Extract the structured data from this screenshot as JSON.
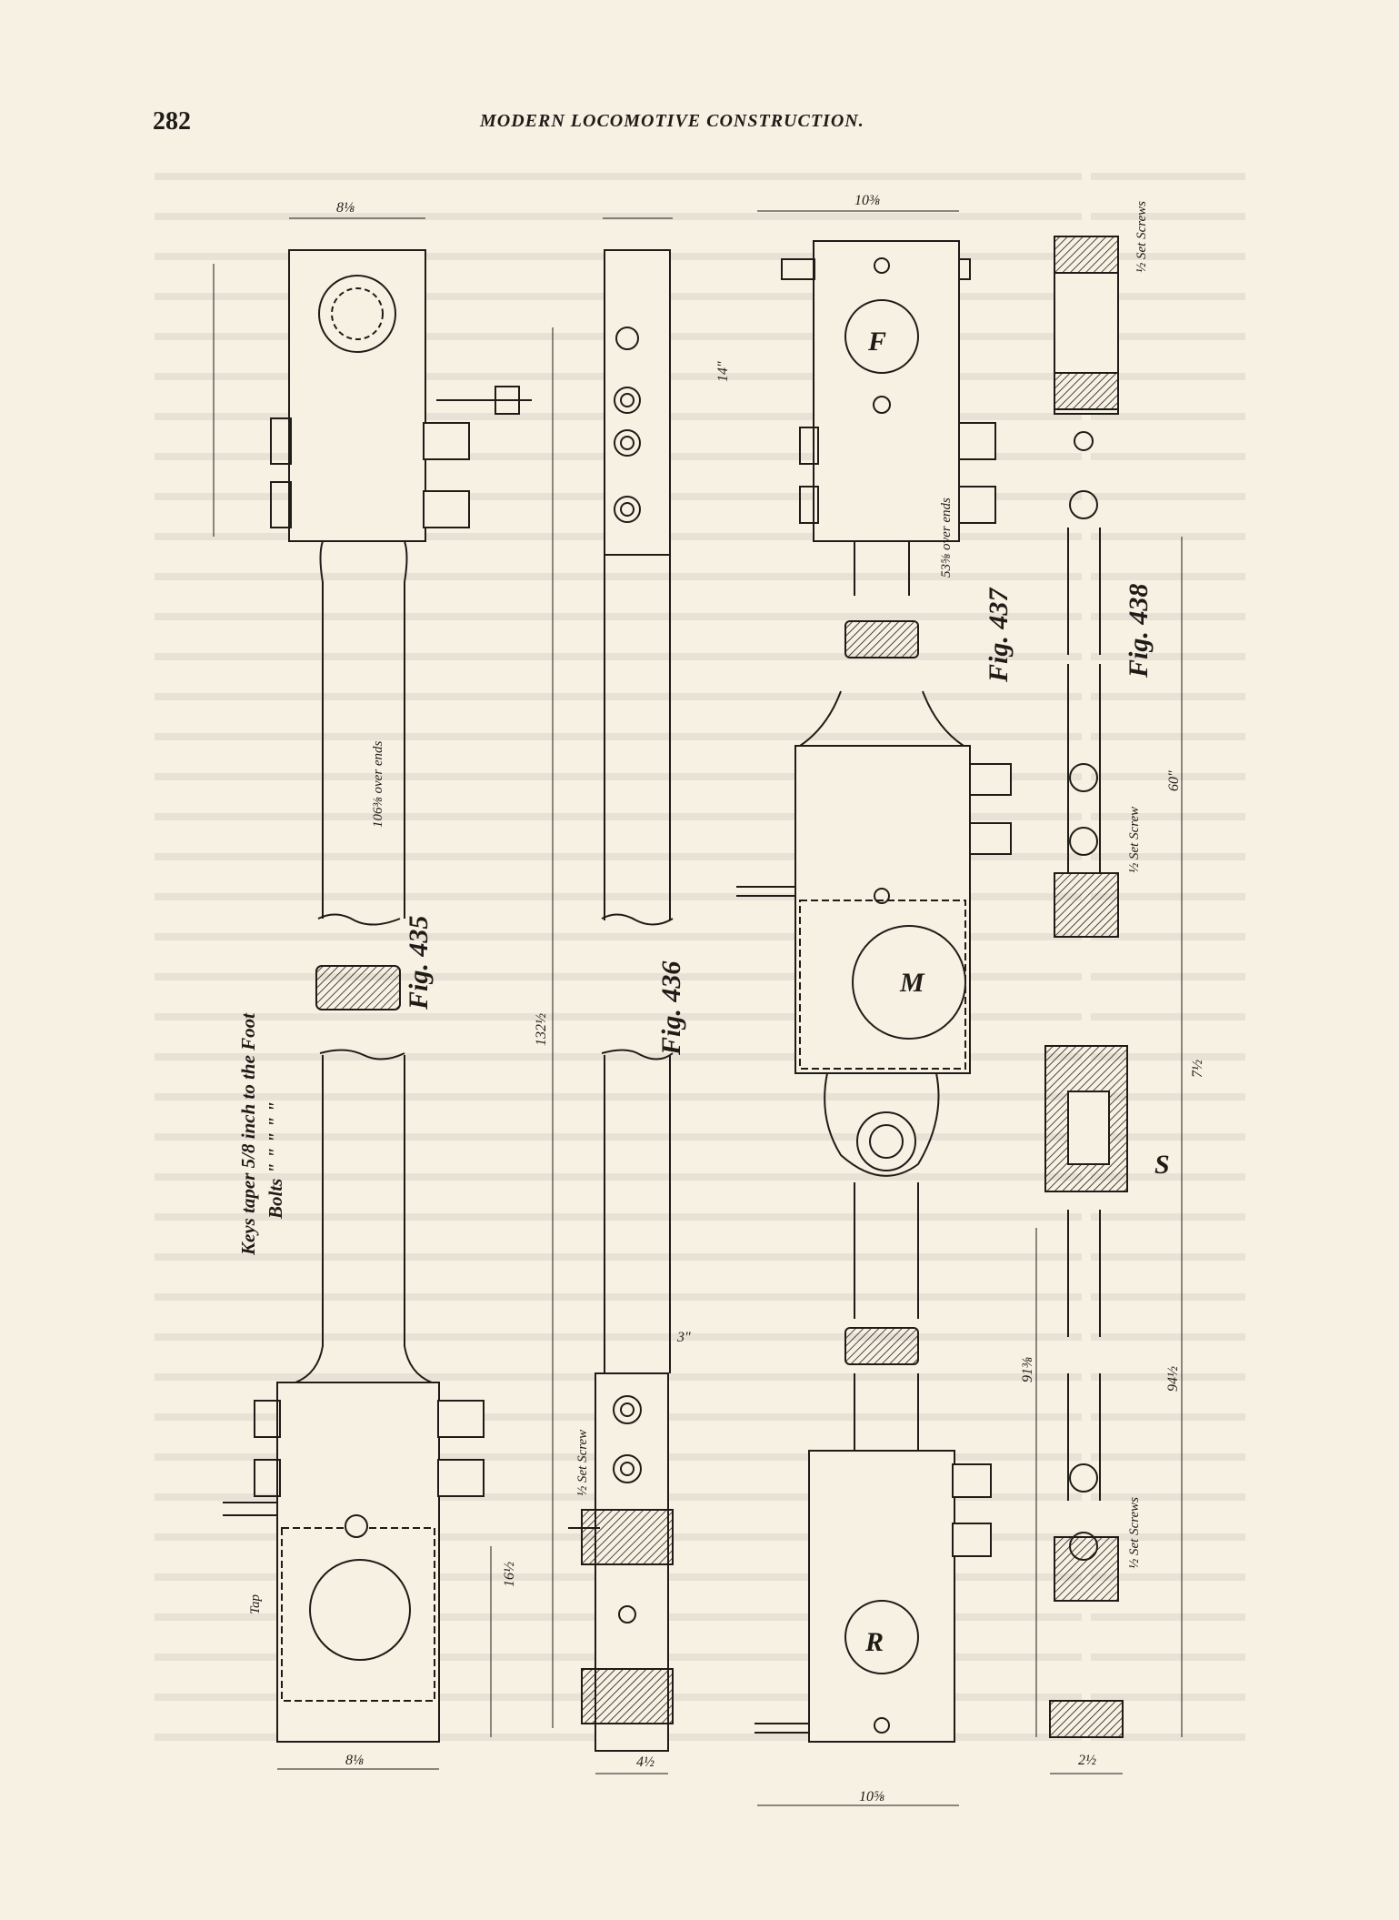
{
  "header": {
    "page_number": "282",
    "running_head": "MODERN LOCOMOTIVE CONSTRUCTION."
  },
  "figures": {
    "fig435": "Fig. 435",
    "fig436": "Fig. 436",
    "fig437": "Fig. 437",
    "fig438": "Fig. 438"
  },
  "notes": {
    "keys_taper": "Keys taper 5/8 inch to the Foot",
    "bolts": "Bolts  \"  \"  \"  \"  \""
  },
  "labels": {
    "over_ends_106": "106⅜ over ends",
    "over_ends_53": "53⅝ over ends",
    "set_screws_top": "½ Set Screws",
    "set_screw_mid": "½ Set Screw",
    "set_screw_low": "½ Set Screws",
    "set_screw_436": "½ Set Screw",
    "tap": "Tap",
    "letter_f": "F",
    "letter_m": "M",
    "letter_r": "R",
    "letter_s": "S"
  },
  "dimensions": {
    "d_8": "8⅛",
    "d_10": "10⅜",
    "d_14": "14\"",
    "d_132": "132½",
    "d_60": "60\"",
    "d_91": "91⅜",
    "d_94": "94½",
    "d_16": "16½",
    "d_7": "7½",
    "d_4": "4½",
    "d_3": "3\"",
    "d_2": "2½",
    "d_8b": "8⅛",
    "d_10b": "10⅝"
  }
}
